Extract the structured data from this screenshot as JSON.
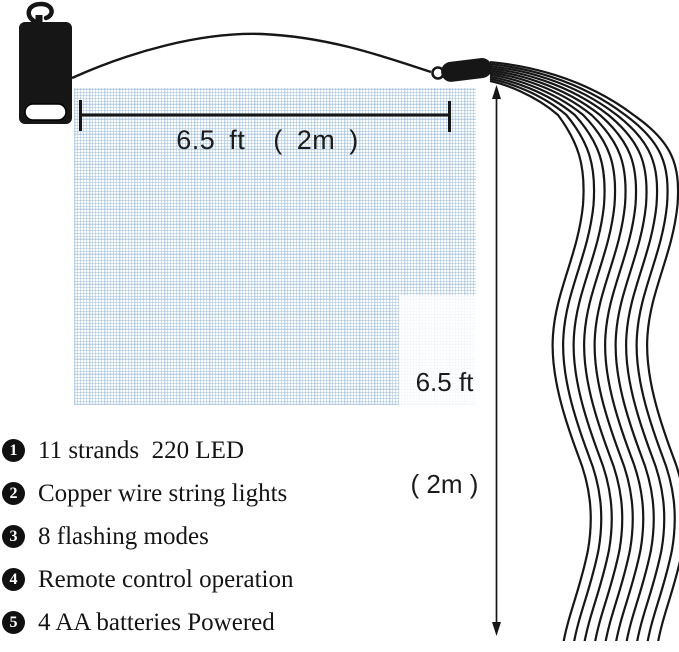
{
  "measurements": {
    "width_label": "6.5 ft  ( 2m )",
    "height_label_line1": "6.5 ft",
    "height_label_line2": "( 2m )"
  },
  "features": [
    {
      "num": "1",
      "text": "11 strands  220 LED"
    },
    {
      "num": "2",
      "text": "Copper wire string lights"
    },
    {
      "num": "3",
      "text": "8 flashing modes"
    },
    {
      "num": "4",
      "text": "Remote control operation"
    },
    {
      "num": "5",
      "text": "4 AA batteries Powered"
    }
  ],
  "colors": {
    "ink": "#161616",
    "grid_line": "#b9cee2",
    "grid_bg": "#fbfdfe",
    "badge_bg": "#101010",
    "badge_text": "#ffffff"
  }
}
